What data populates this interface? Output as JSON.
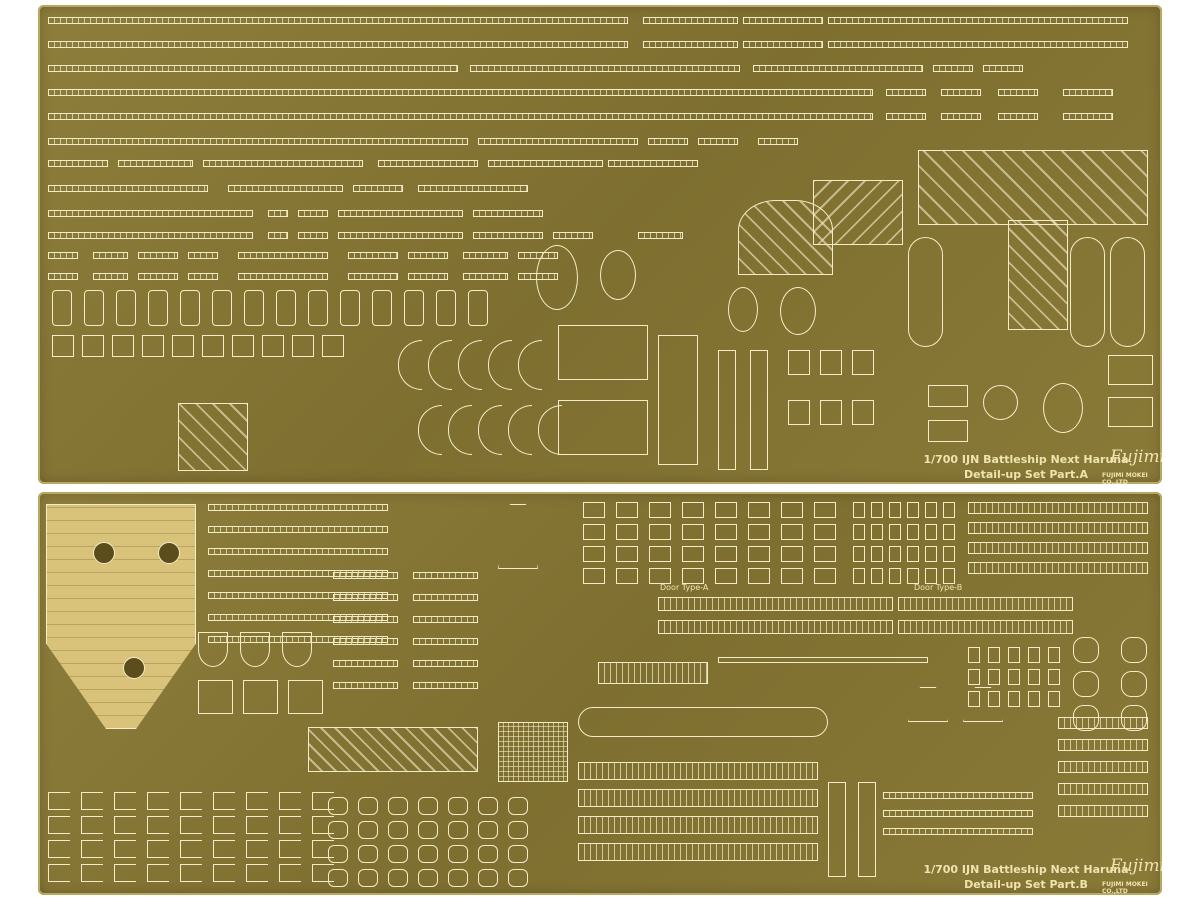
{
  "colors": {
    "brass": "#8a7a38",
    "etched_part": "#f3ecc6",
    "deck": "#d9c27a"
  },
  "fret_a": {
    "title_line1": "1/700 IJN Battleship Next Haruna",
    "title_line2": "Detail-up Set Part.A",
    "logo": "Fujimi",
    "maker": "FUJIMI MOKEI CO.,LTD"
  },
  "fret_b": {
    "title_line1": "1/700 IJN Battleship Next Haruna",
    "title_line2": "Detail-up Set Part.B",
    "logo": "Fujimi",
    "maker": "FUJIMI MOKEI CO.,LTD",
    "door_type_a": "Door Type-A",
    "door_type_b": "Door Type-B"
  }
}
